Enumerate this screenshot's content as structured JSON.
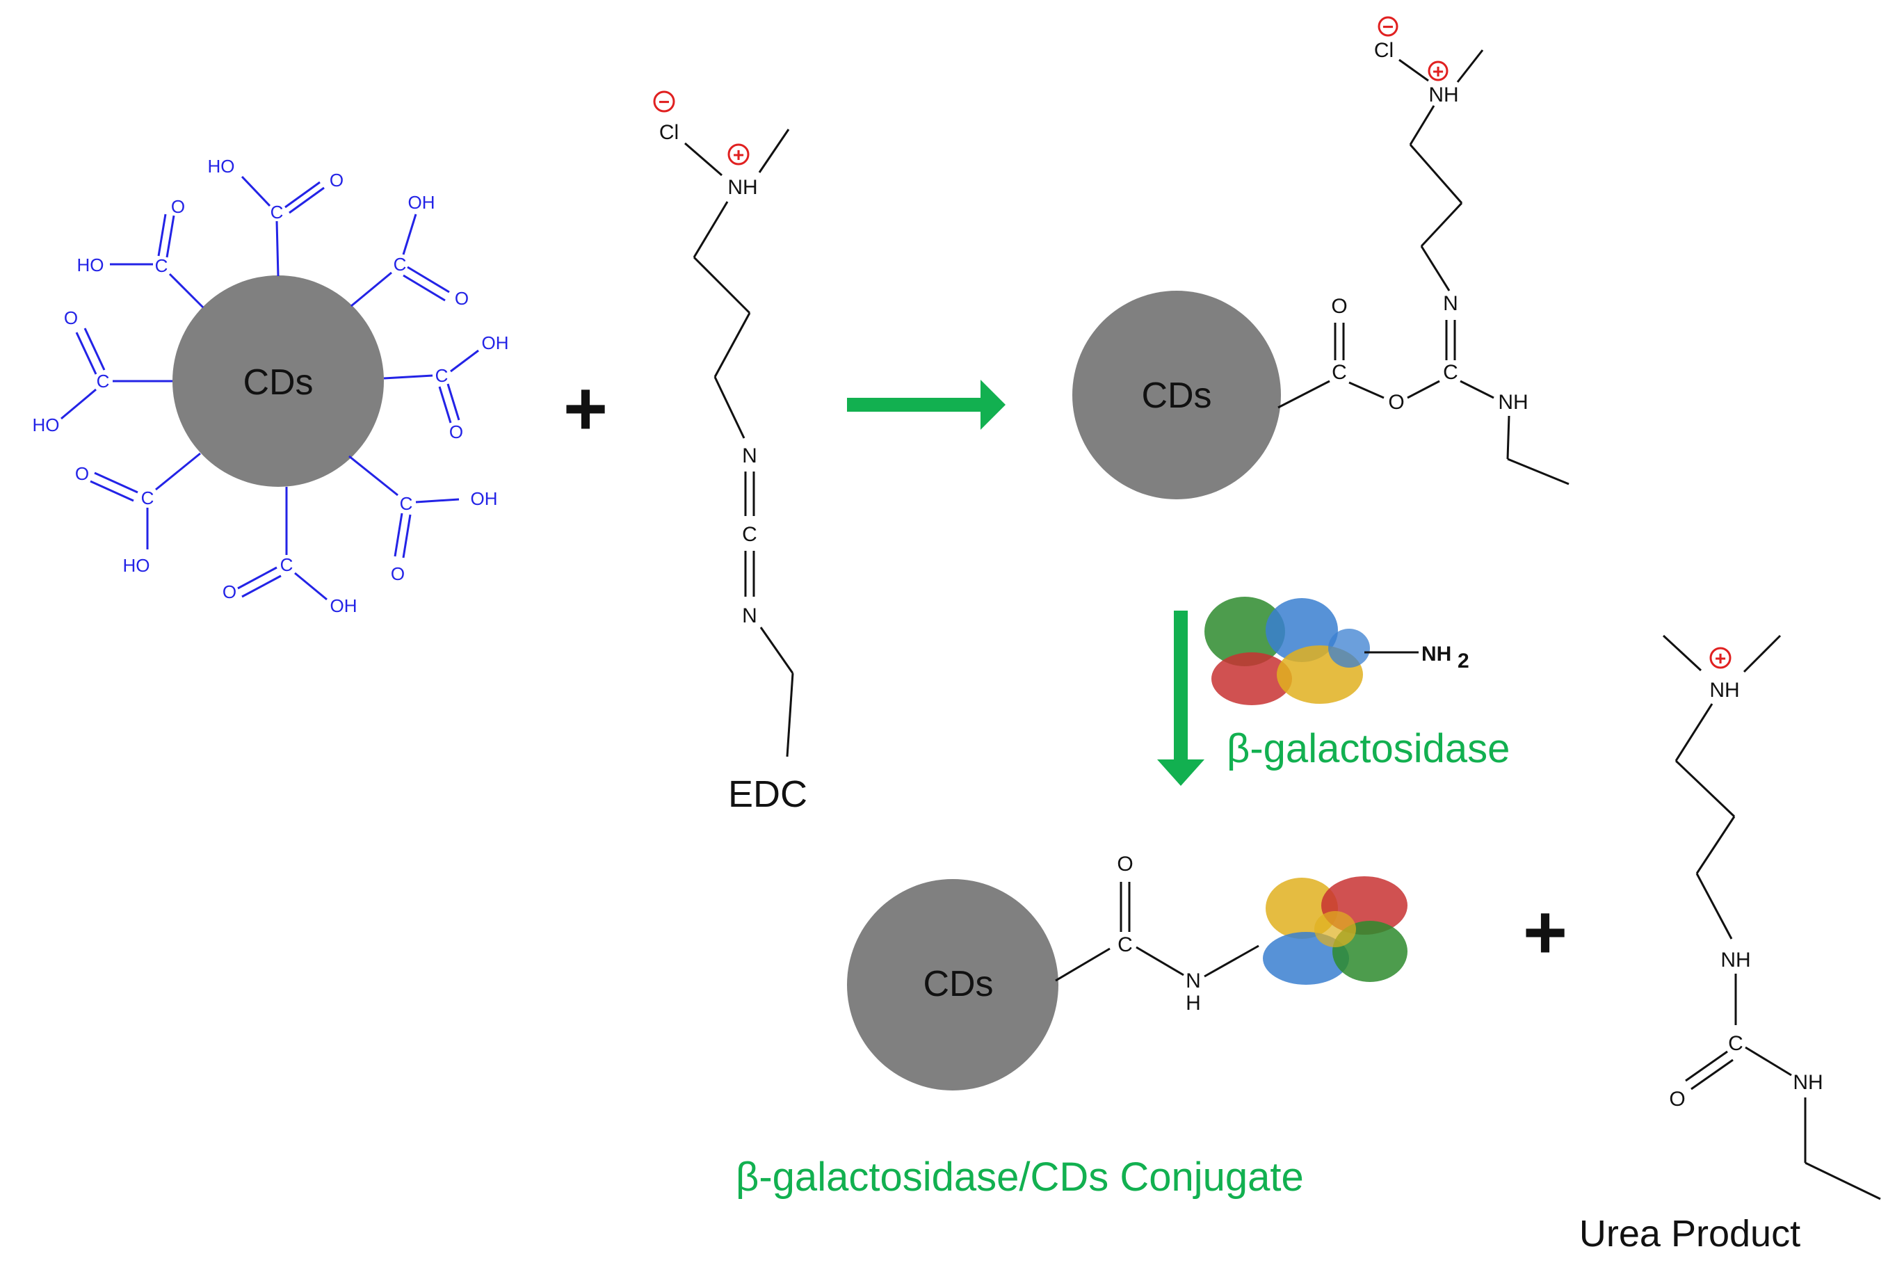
{
  "labels": {
    "cds": "CDs",
    "edc": "EDC",
    "enzyme": "β-galactosidase",
    "conjugate": "β-galactosidase/CDs Conjugate",
    "urea": "Urea Product",
    "plus": "+"
  },
  "atoms": {
    "cl": "Cl",
    "nh": "NH",
    "n": "N",
    "c": "C",
    "o": "O",
    "h": "H",
    "oh": "OH",
    "ho": "HO",
    "nh2": "NH",
    "nh2_sub": "2",
    "plus_sign": "+",
    "minus_sign": "−"
  },
  "colors": {
    "sphere": "#808080",
    "carboxyl": "#2323e6",
    "arrow": "#12b050",
    "label_green": "#12b050",
    "charge": "#e02020",
    "protein": [
      "#2e8b2e",
      "#c83232",
      "#3a7fd0",
      "#e0b020"
    ]
  }
}
